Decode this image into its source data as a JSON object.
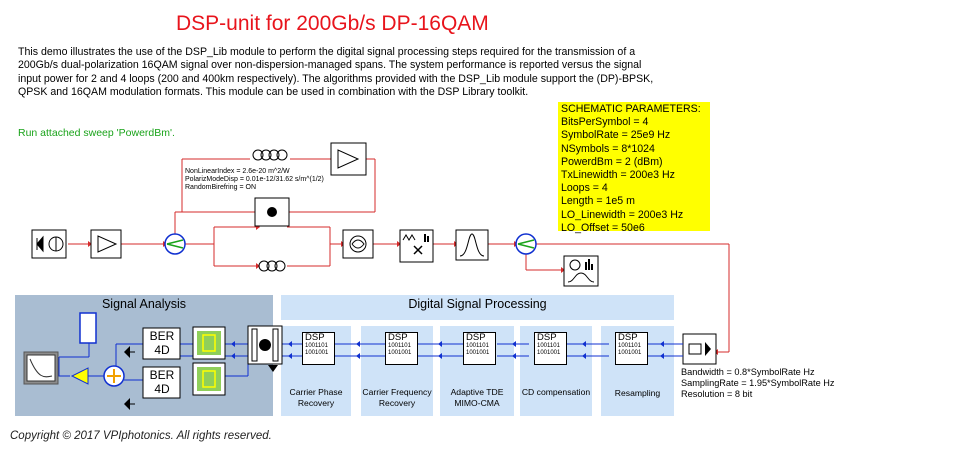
{
  "title": "DSP-unit for 200Gb/s DP-16QAM",
  "description": "This demo illustrates the use of the DSP_Lib module to perform the digital signal processing steps required for the transmission of a 200Gb/s dual-polarization 16QAM signal over non-dispersion-managed spans.  The system performance is reported versus the signal input power for 2 and 4 loops (200 and 400km respectively). The algorithms provided with the DSP_Lib module support the (DP)-BPSK, QPSK and 16QAM modulation formats. This module can be used in combination with the DSP Library toolkit.",
  "sweep_note": "Run attached sweep 'PowerdBm'.",
  "schematic_parameters": {
    "heading": "SCHEMATIC PARAMETERS:",
    "lines": [
      "BitsPerSymbol = 4",
      "SymbolRate = 25e9 Hz",
      "NSymbols = 8*1024",
      "PowerdBm = 2 (dBm)",
      "TxLinewidth = 200e3 Hz",
      "Loops = 4",
      "Length = 1e5 m",
      "LO_Linewidth = 200e3 Hz",
      "LO_Offset = 50e6"
    ]
  },
  "fiber_params": [
    "NonLinearIndex = 2.6e-20 m^2/W",
    "PolarizModeDisp = 0.01e-12/31.62 s/m^(1/2)",
    "RandomBirefring = ON"
  ],
  "signal_analysis": {
    "heading": "Signal Analysis",
    "ber_label": "BER",
    "ber_sub": "4D"
  },
  "dsp_panel": {
    "heading": "Digital Signal Processing",
    "blocks": [
      {
        "tag": "DSP",
        "bits1": "1001101",
        "bits2": "1001001",
        "label": "Carrier Phase Recovery"
      },
      {
        "tag": "DSP",
        "bits1": "1001101",
        "bits2": "1001001",
        "label": "Carrier Frequency Recovery"
      },
      {
        "tag": "DSP",
        "bits1": "1001101",
        "bits2": "1001001",
        "label": "Adaptive TDE MIMO-CMA"
      },
      {
        "tag": "DSP",
        "bits1": "1001101",
        "bits2": "1001001",
        "label": "CD compensation"
      },
      {
        "tag": "DSP",
        "bits1": "1001101",
        "bits2": "1001001",
        "label": "Resampling"
      }
    ]
  },
  "receiver_params": [
    "Bandwidth = 0.8*SymbolRate Hz",
    "SamplingRate = 1.95*SymbolRate Hz",
    "Resolution = 8 bit"
  ],
  "copyright": "Copyright © 2017 VPIphotonics. All rights reserved.",
  "colors": {
    "title": "#e8141c",
    "sweep_note": "#1aa31a",
    "params_bg": "#ffff00",
    "analysis_bg": "#a9bdd2",
    "dsp_bg": "#cfe3f8",
    "wire_optical": "#d62b2b",
    "wire_electrical": "#1030d0"
  }
}
